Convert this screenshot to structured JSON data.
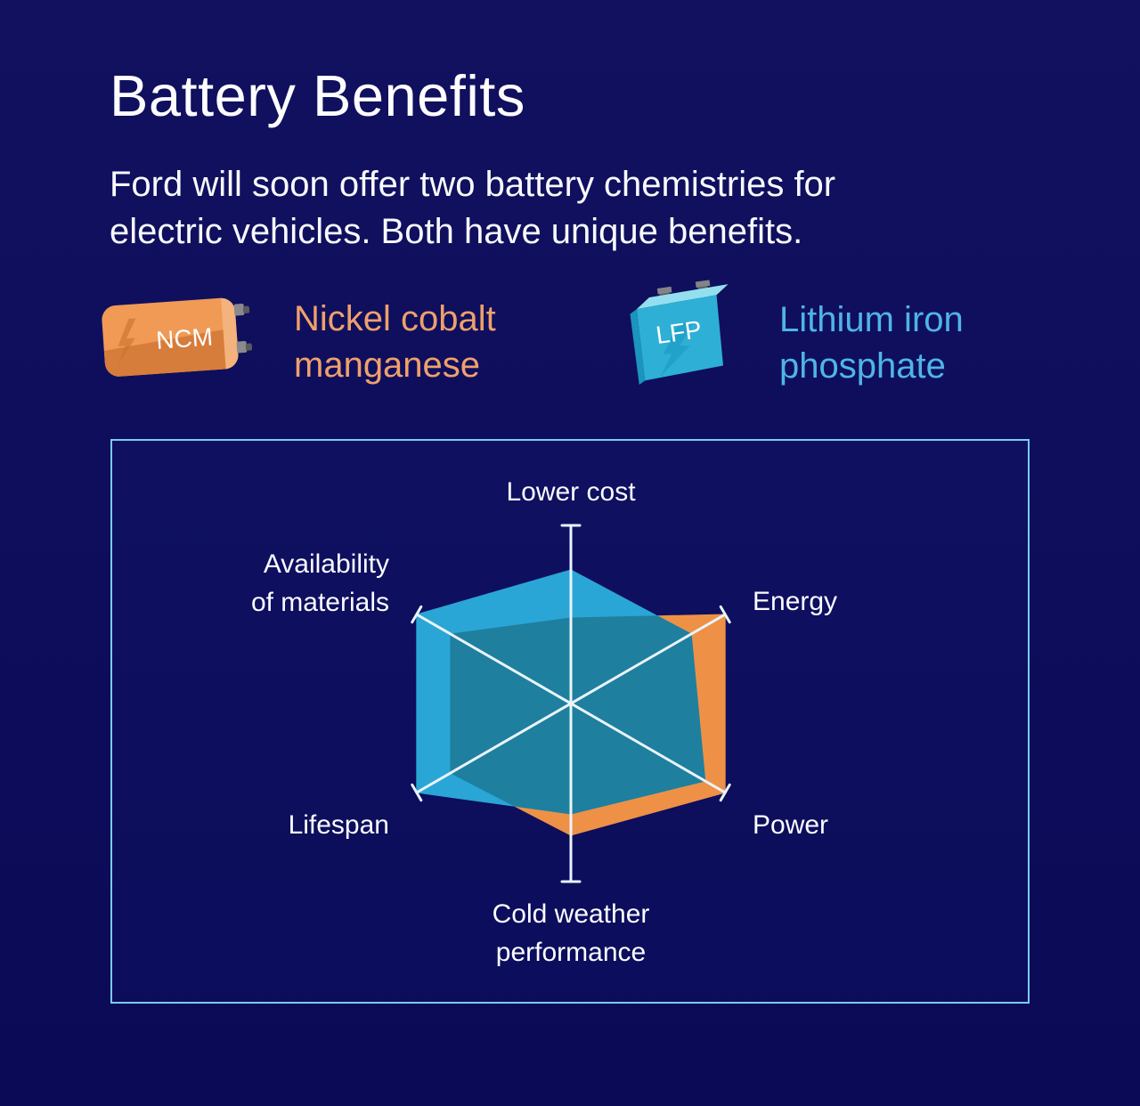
{
  "title": "Battery Benefits",
  "subtitle": {
    "line1": "Ford will soon offer two battery chemistries for",
    "line2": "electric vehicles. Both have unique benefits."
  },
  "legend": {
    "ncm": {
      "battery_label": "NCM",
      "name_line1": "Nickel cobalt",
      "name_line2": "manganese",
      "text_color": "#efa06b"
    },
    "lfp": {
      "battery_label": "LFP",
      "name_line1": "Lithium iron",
      "name_line2": "phosphate",
      "text_color": "#50b4e6"
    }
  },
  "chart_data": {
    "type": "radar",
    "categories": [
      "Lower cost",
      "Energy",
      "Power",
      "Cold weather performance",
      "Lifespan",
      "Availability of materials"
    ],
    "scale": [
      0,
      1
    ],
    "series": [
      {
        "name": "Nickel cobalt manganese (NCM)",
        "color": "#ee9146",
        "values": [
          0.48,
          1.0,
          1.0,
          0.74,
          0.78,
          0.78
        ]
      },
      {
        "name": "Lithium iron phosphate (LFP)",
        "color": "#2aa6d6",
        "values": [
          0.75,
          0.78,
          0.87,
          0.62,
          1.0,
          1.0
        ]
      }
    ],
    "overlap_color": "#1f7f9e",
    "axis_color": "#e9f4fb",
    "legend_position": "above-chart",
    "grid": false
  },
  "axis_labels": {
    "lower_cost": "Lower cost",
    "energy": "Energy",
    "power": "Power",
    "cold_weather_line1": "Cold weather",
    "cold_weather_line2": "performance",
    "lifespan": "Lifespan",
    "availability_line1": "Availability",
    "availability_line2": "of materials"
  },
  "colors": {
    "background": "#0d0d5c",
    "panel_border": "#79ccf0",
    "text": "#fdfdfe"
  }
}
